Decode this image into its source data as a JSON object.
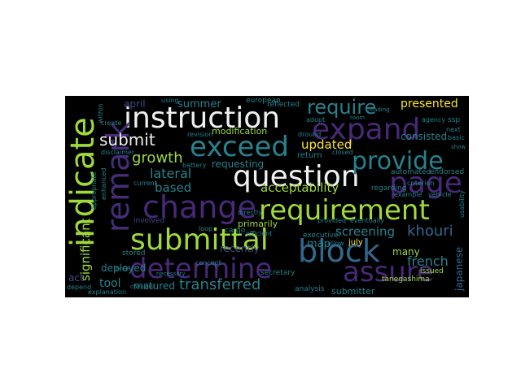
{
  "palette": {
    "background": "#000000",
    "page": "#ffffff",
    "purple": "#472c7a",
    "violet": "#482878",
    "blue": "#31688e",
    "teal": "#26828e",
    "green": "#35b779",
    "light_green": "#9fda3a",
    "yellow": "#fde725",
    "dark_blue": "#3e4a89"
  },
  "words": [
    {
      "text": "instruction",
      "color": "#f0f0f0"
    },
    {
      "text": "indicate",
      "color": "#a0da39"
    },
    {
      "text": "remark",
      "color": "#472c7a"
    },
    {
      "text": "exceed",
      "color": "#26828e"
    },
    {
      "text": "expand",
      "color": "#482878"
    },
    {
      "text": "question",
      "color": "#f0f0f0"
    },
    {
      "text": "provide",
      "color": "#26828e"
    },
    {
      "text": "change",
      "color": "#482878"
    },
    {
      "text": "requirement",
      "color": "#9fda3a"
    },
    {
      "text": "page",
      "color": "#482878"
    },
    {
      "text": "submittal",
      "color": "#9fda3a"
    },
    {
      "text": "block",
      "color": "#31688e"
    },
    {
      "text": "determine",
      "color": "#482878"
    },
    {
      "text": "assure",
      "color": "#482878"
    },
    {
      "text": "require",
      "color": "#26828e"
    },
    {
      "text": "submit",
      "color": "#f0f0f0"
    },
    {
      "text": "growth",
      "color": "#9fda3a"
    },
    {
      "text": "presented",
      "color": "#fde725"
    },
    {
      "text": "updated",
      "color": "#fde725"
    },
    {
      "text": "lateral",
      "color": "#26828e"
    },
    {
      "text": "based",
      "color": "#26828e"
    },
    {
      "text": "acceptability",
      "color": "#9fda3a"
    },
    {
      "text": "screening",
      "color": "#26828e"
    },
    {
      "text": "khouri",
      "color": "#31688e"
    },
    {
      "text": "french",
      "color": "#26828e"
    },
    {
      "text": "transferred",
      "color": "#26828e"
    },
    {
      "text": "significant",
      "color": "#9fda3a"
    },
    {
      "text": "tool",
      "color": "#26828e"
    },
    {
      "text": "summer",
      "color": "#26828e"
    },
    {
      "text": "april",
      "color": "#3e4a89"
    },
    {
      "text": "modification",
      "color": "#9fda3a"
    },
    {
      "text": "consisted",
      "color": "#26828e"
    },
    {
      "text": "requesting",
      "color": "#26828e"
    },
    {
      "text": "primarily",
      "color": "#9fda3a"
    },
    {
      "text": "map",
      "color": "#26828e"
    },
    {
      "text": "recently",
      "color": "#3e4a89"
    },
    {
      "text": "deployed",
      "color": "#26828e"
    },
    {
      "text": "matured",
      "color": "#26828e"
    },
    {
      "text": "many",
      "color": "#9fda3a"
    },
    {
      "text": "act",
      "color": "#3e4a89"
    },
    {
      "text": "japanese",
      "color": "#31688e"
    },
    {
      "text": "submitter",
      "color": "#26828e"
    },
    {
      "text": "tanegashima",
      "color": "#9fda3a"
    },
    {
      "text": "issued",
      "color": "#9fda3a"
    },
    {
      "text": "july",
      "color": "#fde725"
    },
    {
      "text": "analysis",
      "color": "#26828e"
    },
    {
      "text": "return",
      "color": "#26828e"
    },
    {
      "text": "executive",
      "color": "#26828e"
    },
    {
      "text": "secretary",
      "color": "#26828e"
    },
    {
      "text": "european",
      "color": "#26828e"
    },
    {
      "text": "reflected",
      "color": "#26828e"
    },
    {
      "text": "automated",
      "color": "#26828e"
    },
    {
      "text": "endorsed",
      "color": "#26828e"
    },
    {
      "text": "regarding",
      "color": "#26828e"
    },
    {
      "text": "explanation",
      "color": "#26828e"
    },
    {
      "text": "involved",
      "color": "#3e4a89"
    },
    {
      "text": "cargo",
      "color": "#26828e"
    },
    {
      "text": "stored",
      "color": "#26828e"
    },
    {
      "text": "depend",
      "color": "#26828e"
    },
    {
      "text": "directly",
      "color": "#26828e"
    },
    {
      "text": "provided",
      "color": "#26828e"
    },
    {
      "text": "eventually",
      "color": "#26828e"
    },
    {
      "text": "ssp",
      "color": "#26828e"
    },
    {
      "text": "agency",
      "color": "#26828e"
    },
    {
      "text": "adopt",
      "color": "#26828e"
    },
    {
      "text": "closed",
      "color": "#26828e"
    },
    {
      "text": "dround",
      "color": "#26828e"
    },
    {
      "text": "next",
      "color": "#26828e"
    },
    {
      "text": "basic",
      "color": "#26828e"
    },
    {
      "text": "within",
      "color": "#26828e"
    },
    {
      "text": "using",
      "color": "#26828e"
    },
    {
      "text": "revision",
      "color": "#26828e"
    },
    {
      "text": "current",
      "color": "#26828e"
    },
    {
      "text": "enhanced",
      "color": "#26828e"
    },
    {
      "text": "vehicle",
      "color": "#26828e"
    },
    {
      "text": "allow",
      "color": "#26828e"
    },
    {
      "text": "efficient",
      "color": "#26828e"
    },
    {
      "text": "loop",
      "color": "#26828e"
    },
    {
      "text": "checklist",
      "color": "#26828e"
    },
    {
      "text": "concept",
      "color": "#26828e"
    },
    {
      "text": "battery",
      "color": "#26828e"
    },
    {
      "text": "create",
      "color": "#26828e"
    },
    {
      "text": "disclaimer",
      "color": "#26828e"
    },
    {
      "text": "appropriate",
      "color": "#26828e"
    },
    {
      "text": "necessary",
      "color": "#26828e"
    },
    {
      "text": "example",
      "color": "#26828e"
    },
    {
      "text": "criterion",
      "color": "#26828e"
    },
    {
      "text": "usability",
      "color": "#26828e"
    },
    {
      "text": "reading",
      "color": "#26828e"
    },
    {
      "text": "room",
      "color": "#26828e"
    },
    {
      "text": "show",
      "color": "#26828e"
    },
    {
      "text": "three",
      "color": "#26828e"
    }
  ]
}
